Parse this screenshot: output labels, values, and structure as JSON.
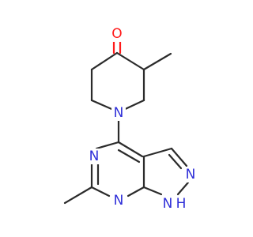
{
  "atoms": {
    "oxygen": "O",
    "piperidine_nitrogen": "N",
    "pyrimidine_nitrogen_top": "N",
    "pyrimidine_nitrogen_bottom": "N",
    "pyrazole_nitrogen": "N",
    "pyrazole_nh": "N",
    "pyrazole_h": "H"
  },
  "colors": {
    "bond": "#2b2b2b",
    "oxygen": "#ff1a1a",
    "nitrogen": "#2f2fd8",
    "background": "#ffffff"
  }
}
